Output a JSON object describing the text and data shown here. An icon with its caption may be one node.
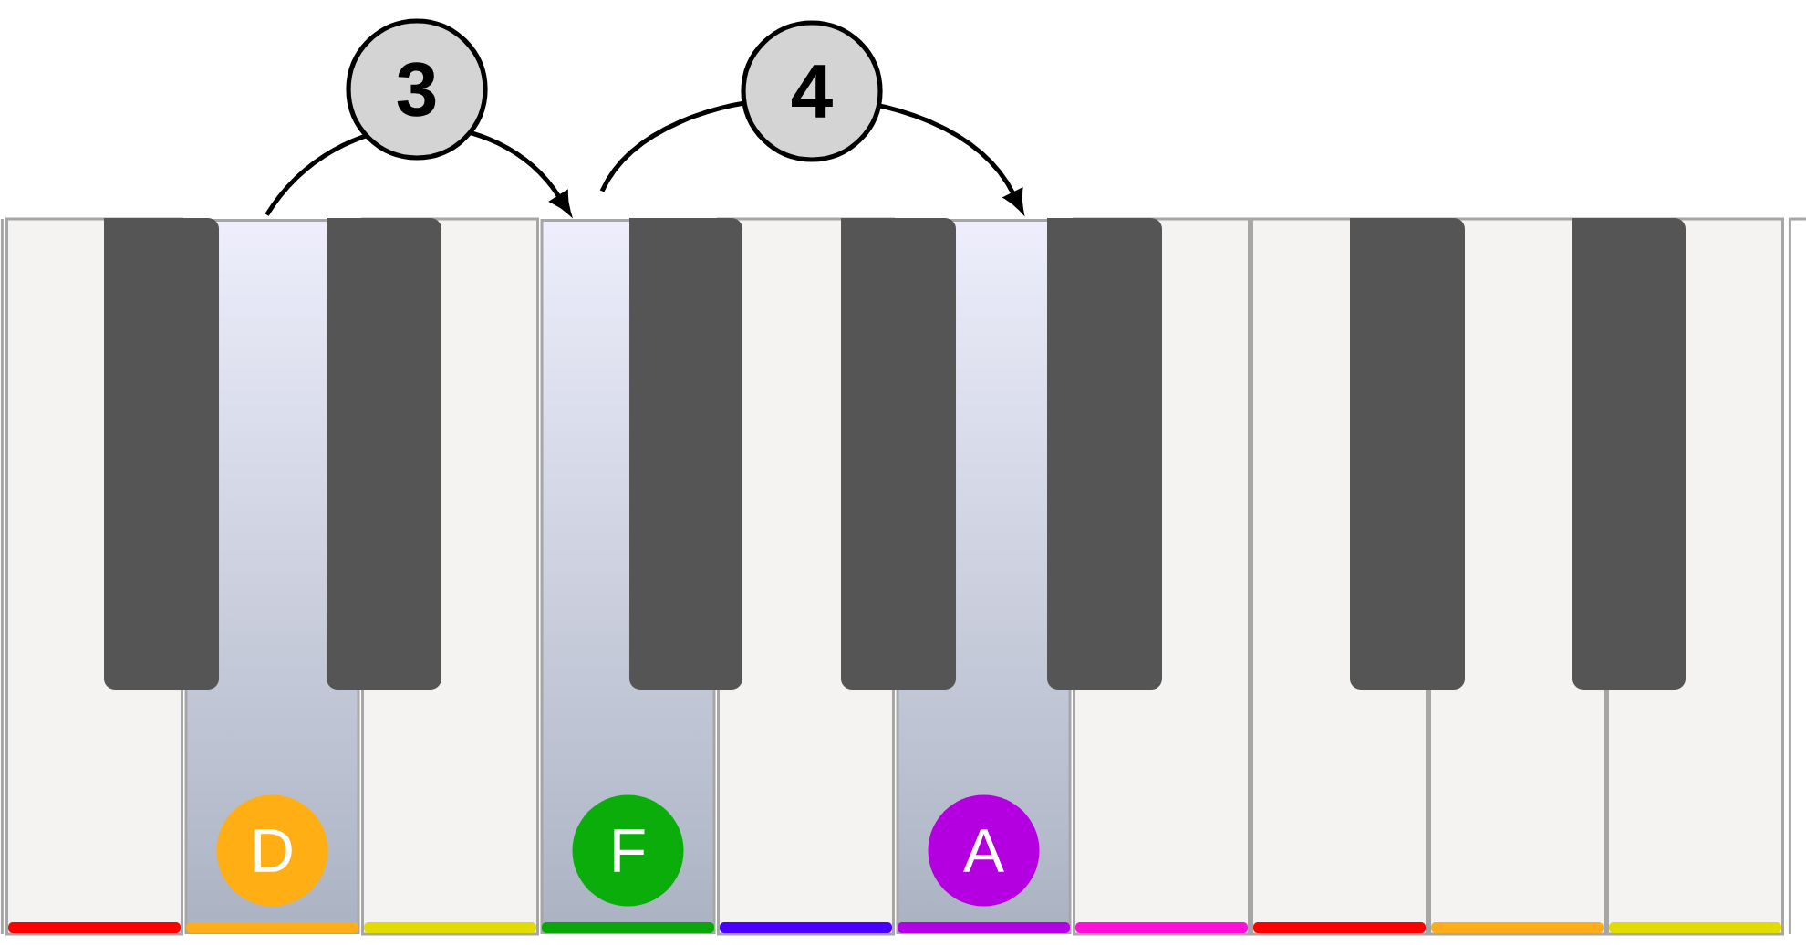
{
  "diagram": {
    "nodes": [
      {
        "text": [],
        "shape": "box"
      },
      {
        "text": [
          "D"
        ],
        "in": 0
      },
      {
        "text": [],
        "shape": "box"
      },
      {
        "text": [
          "F"
        ],
        "in": 2
      },
      {
        "text": [],
        "shape": "box"
      },
      {
        "text": [
          "A"
        ],
        "in": 4
      }
    ],
    "edges": [
      {
        "from": 0,
        "to": 2,
        "arrow": "to",
        "label": "3"
      },
      {
        "from": 2,
        "to": 4,
        "arrow": "to",
        "label": "4"
      }
    ]
  }
}
